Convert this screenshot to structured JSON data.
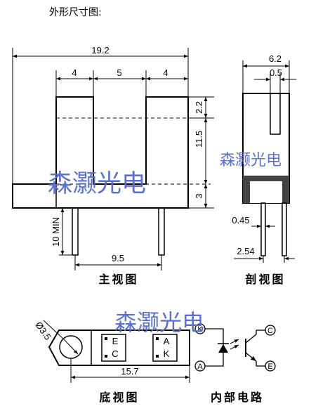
{
  "heading": "外形尺寸图:",
  "watermark": "森灏光电",
  "front_view": {
    "caption": "主视图",
    "overall_width": "19.2",
    "slot_left": "4",
    "slot_gap": "5",
    "slot_right": "4",
    "top_dim": "2.2",
    "height_dim": "11.5",
    "base_dim": "3",
    "lead_length": "10 MIN",
    "pin_pitch": "9.5"
  },
  "section_view": {
    "caption": "剖视图",
    "width": "6.2",
    "slot_width": "0.5",
    "lead_width": "0.45",
    "lead_pitch": "2.54"
  },
  "bottom_view": {
    "caption": "底视图",
    "hole_dia": "Ø3.5",
    "span": "15.7",
    "left_labels": [
      "E",
      "C"
    ],
    "right_labels": [
      "A",
      "K"
    ]
  },
  "circuit": {
    "caption": "内部电路",
    "pins": [
      "K",
      "A",
      "C",
      "E"
    ]
  }
}
